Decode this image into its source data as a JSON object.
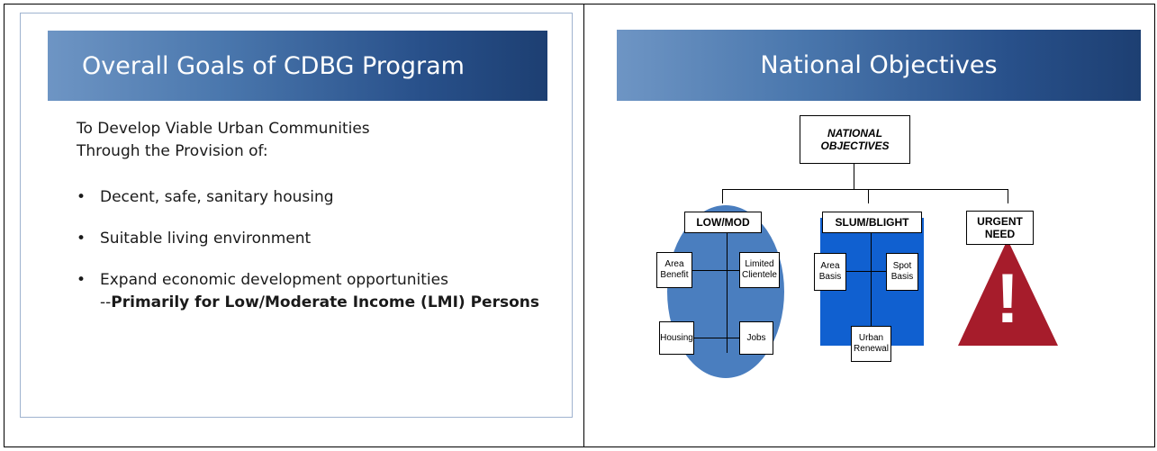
{
  "left_slide": {
    "title": "Overall Goals of CDBG Program",
    "intro_line1": "To Develop Viable Urban Communities",
    "intro_line2": "Through the Provision of:",
    "bullets": [
      "Decent, safe, sanitary housing",
      "Suitable living environment",
      "Expand economic development opportunities"
    ],
    "bullet3_prefix": "--",
    "bullet3_bold": "Primarily for Low/Moderate Income (LMI) Persons"
  },
  "right_slide": {
    "title": "National Objectives",
    "diagram": {
      "root_line1": "NATIONAL",
      "root_line2": "OBJECTIVES",
      "lowmod": {
        "label": "LOW/MOD",
        "items": {
          "area_benefit": [
            "Area",
            "Benefit"
          ],
          "limited_clientele": [
            "Limited",
            "Clientele"
          ],
          "housing": "Housing",
          "jobs": "Jobs"
        },
        "shape_color": "#4a7ebf"
      },
      "slum": {
        "label": "SLUM/BLIGHT",
        "items": {
          "area_basis": [
            "Area",
            "Basis"
          ],
          "spot_basis": [
            "Spot",
            "Basis"
          ],
          "urban_renewal": [
            "Urban",
            "Renewal"
          ]
        },
        "shape_color": "#1060d0"
      },
      "urgent": {
        "label_line1": "URGENT",
        "label_line2": "NEED",
        "glyph": "!",
        "shape_color": "#a61c2b"
      }
    }
  }
}
